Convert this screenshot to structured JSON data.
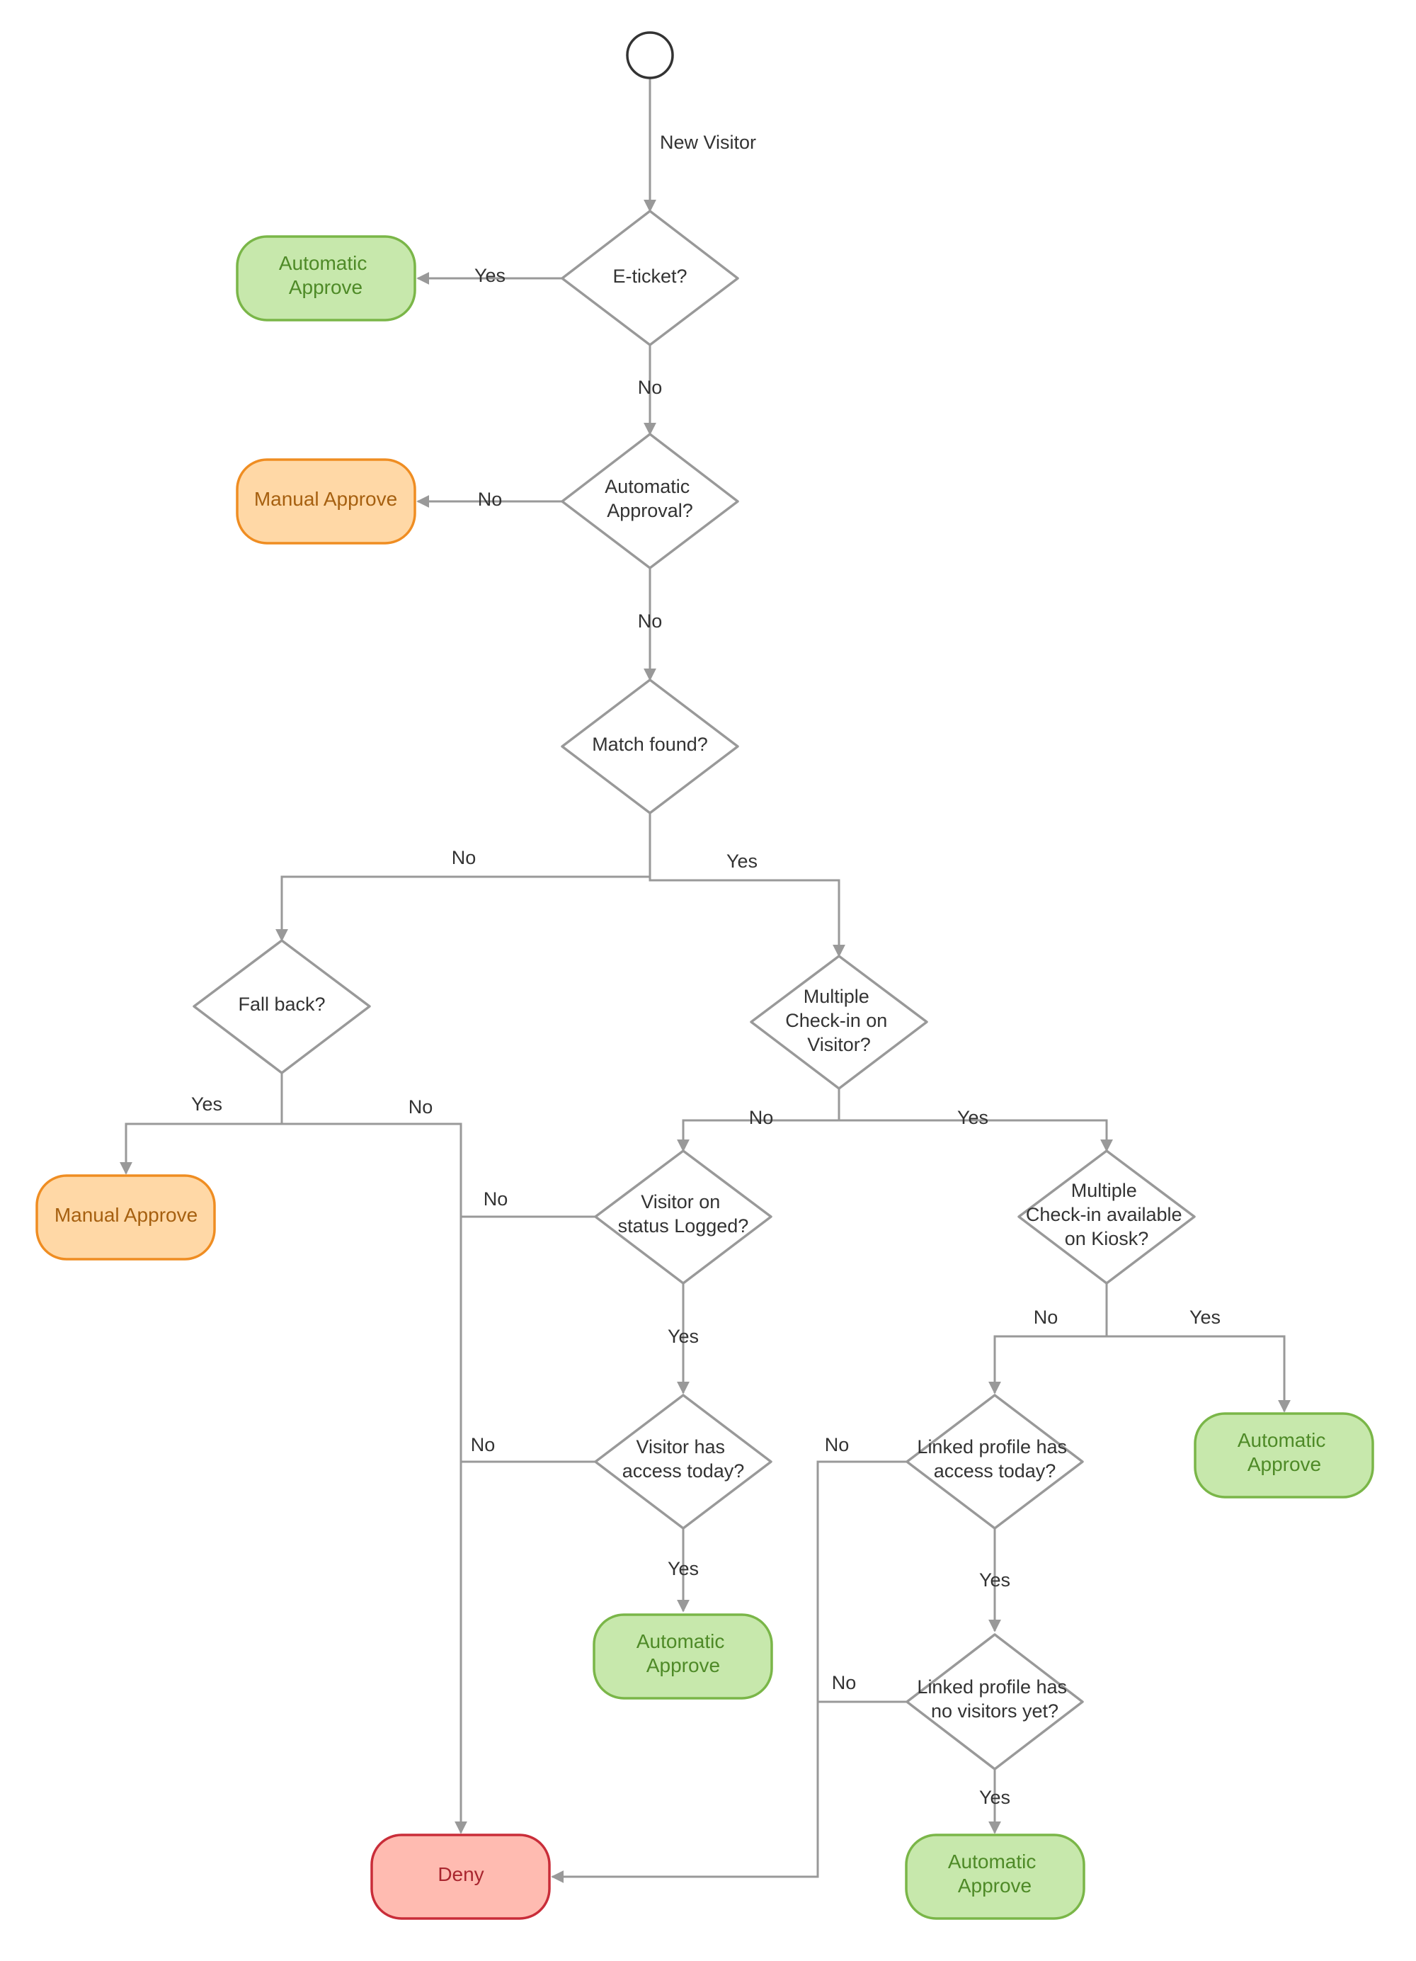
{
  "colors": {
    "edge": "#999999",
    "text": "#333333",
    "green_fill": "#c7e8ac",
    "green_stroke": "#7ab648",
    "green_text": "#4e8a27",
    "orange_fill": "#ffd8a6",
    "orange_stroke": "#ef8d22",
    "orange_text": "#a66010",
    "red_fill": "#ffbbb1",
    "red_stroke": "#c92d39",
    "red_text": "#a9262f"
  },
  "nodes": {
    "eticket": {
      "lines": [
        "E-ticket?"
      ]
    },
    "auto_approval": {
      "lines": [
        "Automatic",
        "Approval?"
      ]
    },
    "match_found": {
      "lines": [
        "Match found?"
      ]
    },
    "fall_back": {
      "lines": [
        "Fall back?"
      ]
    },
    "multi_checkin_visitor": {
      "lines": [
        "Multiple",
        "Check-in on",
        "Visitor?"
      ]
    },
    "visitor_status": {
      "lines": [
        "Visitor on",
        "status Logged?"
      ]
    },
    "visitor_access": {
      "lines": [
        "Visitor has",
        "access today?"
      ]
    },
    "multi_checkin_kiosk": {
      "lines": [
        "Multiple",
        "Check-in available",
        "on Kiosk?"
      ]
    },
    "linked_access": {
      "lines": [
        "Linked profile has",
        "access today?"
      ]
    },
    "linked_no_visitors": {
      "lines": [
        "Linked profile has",
        "no visitors yet?"
      ]
    },
    "approve_eticket": {
      "lines": [
        "Automatic",
        "Approve"
      ]
    },
    "manual_top": {
      "lines": [
        "Manual Approve"
      ]
    },
    "manual_fallback": {
      "lines": [
        "Manual Approve"
      ]
    },
    "approve_visitor": {
      "lines": [
        "Automatic",
        "Approve"
      ]
    },
    "approve_kiosk": {
      "lines": [
        "Automatic",
        "Approve"
      ]
    },
    "approve_linked": {
      "lines": [
        "Automatic",
        "Approve"
      ]
    },
    "deny": {
      "lines": [
        "Deny"
      ]
    }
  },
  "edges": {
    "start_to_eticket": "New Visitor",
    "eticket_yes": "Yes",
    "eticket_no": "No",
    "approval_no_left": "No",
    "approval_no_down": "No",
    "match_no": "No",
    "match_yes": "Yes",
    "fallback_yes": "Yes",
    "fallback_no": "No",
    "multi_no": "No",
    "multi_yes": "Yes",
    "status_no": "No",
    "status_yes": "Yes",
    "access_no": "No",
    "access_yes": "Yes",
    "kiosk_no": "No",
    "kiosk_yes": "Yes",
    "linked_access_no": "No",
    "linked_access_yes": "Yes",
    "linked_visitors_no": "No",
    "linked_visitors_yes": "Yes"
  }
}
